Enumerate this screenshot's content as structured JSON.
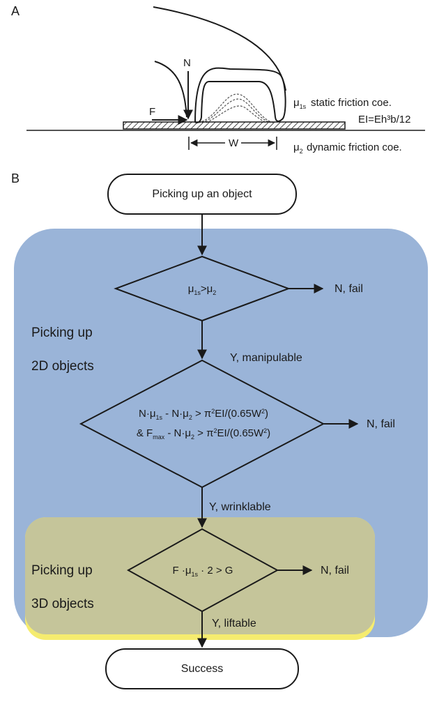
{
  "panel_a": {
    "letter": "A",
    "force_n": "N",
    "force_f": "F",
    "width_w": "W",
    "static_coe": "static friction coe.",
    "ei_formula": "EI=Eh³b/12",
    "dynamic_coe": "dynamic friction coe."
  },
  "panel_b": {
    "letter": "B",
    "start": "Picking up an object",
    "region_2d": [
      "Picking up",
      "2D objects"
    ],
    "region_3d": [
      "Picking up",
      "3D objects"
    ],
    "decision1": "μ1s > μ2",
    "decision2_line1": "N·μ1s - N·μ2 > π²EI/(0.65W²)",
    "decision2_line2": "& Fmax - N·μ2 > π²EI/(0.65W²)",
    "decision3": "F·μ1s·2 > G",
    "fail_label": "N, fail",
    "yes1": "Y, manipulable",
    "yes2": "Y, wrinklable",
    "yes3": "Y, liftable",
    "end": "Success"
  },
  "colors": {
    "region_2d": "#9ab4d8",
    "region_3d_fill": "#c5c59a",
    "region_3d_glow": "#f5ec6f",
    "line": "#1a1a1a"
  }
}
